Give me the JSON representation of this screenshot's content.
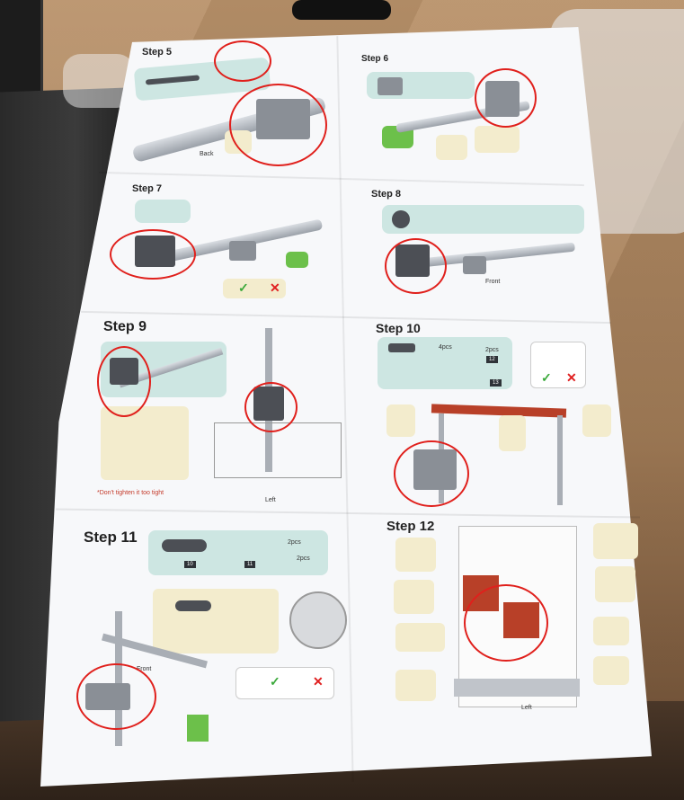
{
  "steps": {
    "s5": {
      "title": "Step 5",
      "labels": [
        "Back"
      ]
    },
    "s6": {
      "title": "Step  6"
    },
    "s7": {
      "title": "Step  7"
    },
    "s8": {
      "title": "Step  8",
      "labels": [
        "Front"
      ]
    },
    "s9": {
      "title": "Step 9",
      "warning": "*Don't tighten it too tight",
      "labels": [
        "Left"
      ]
    },
    "s10": {
      "title": "Step 10",
      "qty1": "4pcs",
      "qty2": "2pcs",
      "tag1": "12",
      "tag2": "13"
    },
    "s11": {
      "title": "Step 11",
      "qty1": "2pcs",
      "qty2": "2pcs",
      "tag1": "10",
      "tag2": "11",
      "labels": [
        "Front"
      ]
    },
    "s12": {
      "title": "Step 12",
      "labels": [
        "Left"
      ]
    }
  },
  "annotations": {
    "marker_color": "#e0201c"
  },
  "colors": {
    "paper": "#f7f8fa",
    "panel": "#cde6e2",
    "accent_green": "#6cc04a",
    "wood": "#a27c57"
  }
}
